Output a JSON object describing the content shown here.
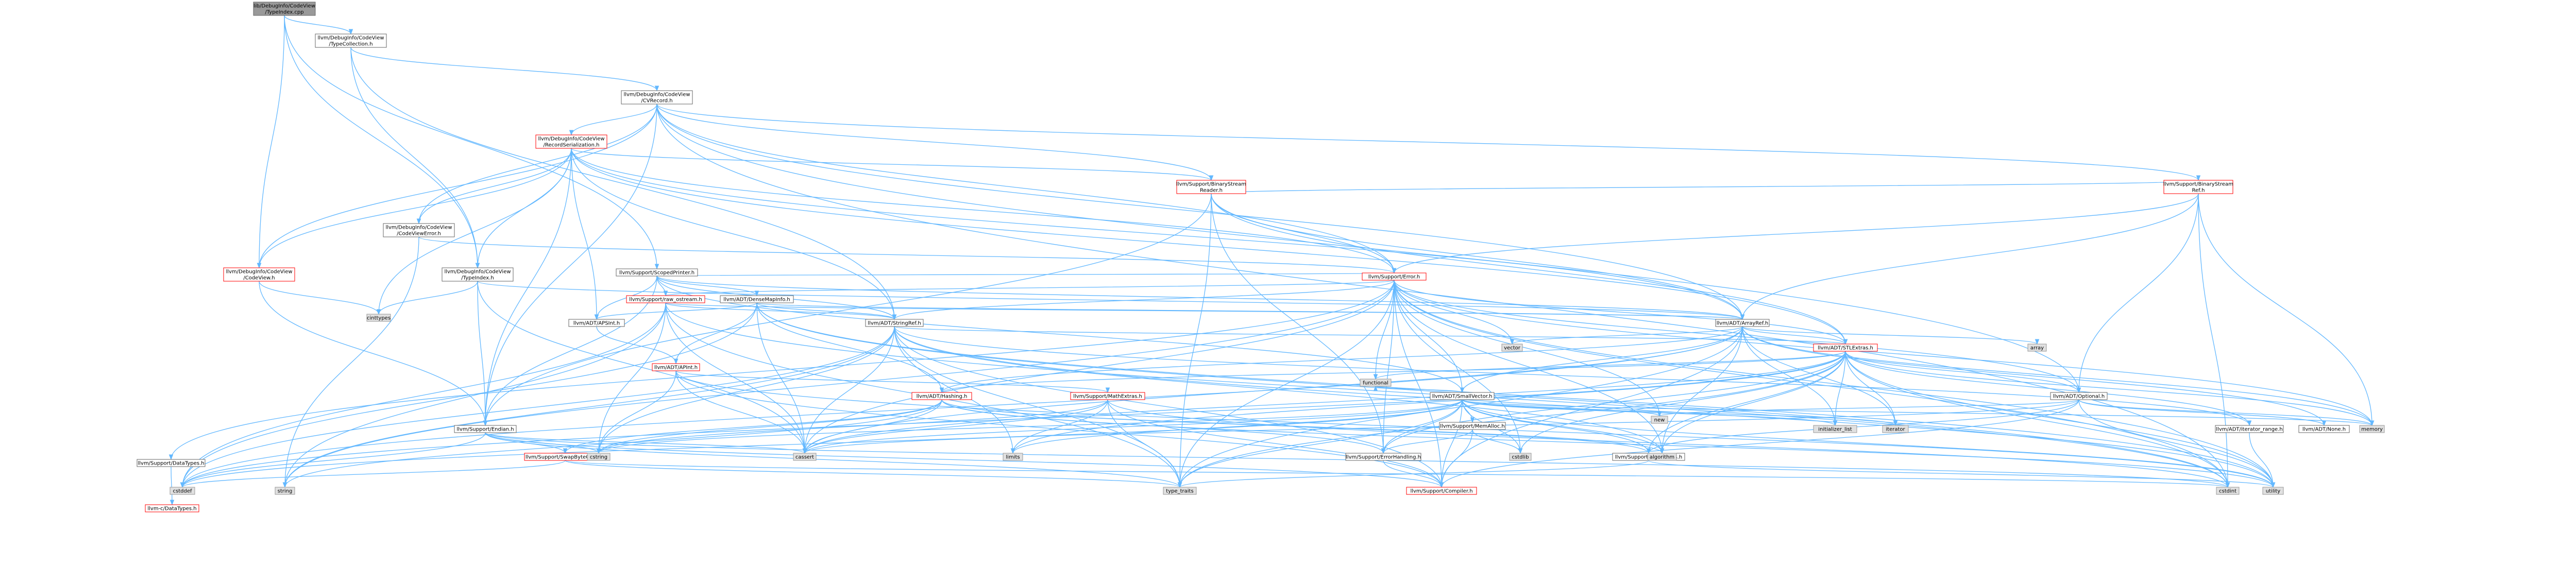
{
  "colors": {
    "edge": "#63b8ff",
    "root_fill": "#999999",
    "normal_fill": "#ffffff",
    "normal_stroke": "#666666",
    "external_fill": "#e0e0e0",
    "external_stroke": "#999999",
    "incomplete_stroke": "#ff0000"
  },
  "nodes": [
    {
      "id": "root",
      "kind": "root",
      "lines": [
        "lib/DebugInfo/CodeView",
        "/TypeIndex.cpp"
      ]
    },
    {
      "id": "typecollection",
      "kind": "normal",
      "lines": [
        "llvm/DebugInfo/CodeView",
        "/TypeCollection.h"
      ]
    },
    {
      "id": "cvrecord",
      "kind": "normal",
      "lines": [
        "llvm/DebugInfo/CodeView",
        "/CVRecord.h"
      ]
    },
    {
      "id": "recordserialization",
      "kind": "incomplete",
      "lines": [
        "llvm/DebugInfo/CodeView",
        "/RecordSerialization.h"
      ]
    },
    {
      "id": "binarystreamreader",
      "kind": "incomplete",
      "lines": [
        "llvm/Support/BinaryStream",
        "Reader.h"
      ]
    },
    {
      "id": "binarystreamref",
      "kind": "incomplete",
      "lines": [
        "llvm/Support/BinaryStream",
        "Ref.h"
      ]
    },
    {
      "id": "codeviewerror",
      "kind": "normal",
      "lines": [
        "llvm/DebugInfo/CodeView",
        "/CodeViewError.h"
      ]
    },
    {
      "id": "codeview",
      "kind": "incomplete",
      "lines": [
        "llvm/DebugInfo/CodeView",
        "/CodeView.h"
      ]
    },
    {
      "id": "typeindex",
      "kind": "normal",
      "lines": [
        "llvm/DebugInfo/CodeView",
        "/TypeIndex.h"
      ]
    },
    {
      "id": "scopedprinter",
      "kind": "normal",
      "lines": [
        "llvm/Support/ScopedPrinter.h"
      ]
    },
    {
      "id": "error",
      "kind": "incomplete",
      "lines": [
        "llvm/Support/Error.h"
      ]
    },
    {
      "id": "rawostream",
      "kind": "incomplete",
      "lines": [
        "llvm/Support/raw_ostream.h"
      ]
    },
    {
      "id": "densemapinfo",
      "kind": "normal",
      "lines": [
        "llvm/ADT/DenseMapInfo.h"
      ]
    },
    {
      "id": "apsint",
      "kind": "normal",
      "lines": [
        "llvm/ADT/APSInt.h"
      ]
    },
    {
      "id": "stringref",
      "kind": "normal",
      "lines": [
        "llvm/ADT/StringRef.h"
      ]
    },
    {
      "id": "arrayref",
      "kind": "normal",
      "lines": [
        "llvm/ADT/ArrayRef.h"
      ]
    },
    {
      "id": "stlextras",
      "kind": "incomplete",
      "lines": [
        "llvm/ADT/STLExtras.h"
      ]
    },
    {
      "id": "apint",
      "kind": "incomplete",
      "lines": [
        "llvm/ADT/APInt.h"
      ]
    },
    {
      "id": "hashing",
      "kind": "incomplete",
      "lines": [
        "llvm/ADT/Hashing.h"
      ]
    },
    {
      "id": "mathextras",
      "kind": "incomplete",
      "lines": [
        "llvm/Support/MathExtras.h"
      ]
    },
    {
      "id": "smallvector",
      "kind": "normal",
      "lines": [
        "llvm/ADT/SmallVector.h"
      ]
    },
    {
      "id": "memalloc",
      "kind": "normal",
      "lines": [
        "llvm/Support/MemAlloc.h"
      ]
    },
    {
      "id": "optional",
      "kind": "normal",
      "lines": [
        "llvm/ADT/Optional.h"
      ]
    },
    {
      "id": "iteratorrange",
      "kind": "normal",
      "lines": [
        "llvm/ADT/iterator_range.h"
      ]
    },
    {
      "id": "none",
      "kind": "normal",
      "lines": [
        "llvm/ADT/None.h"
      ]
    },
    {
      "id": "endian",
      "kind": "normal",
      "lines": [
        "llvm/Support/Endian.h"
      ]
    },
    {
      "id": "swapbyteorder",
      "kind": "incomplete",
      "lines": [
        "llvm/Support/SwapByteOrder.h"
      ]
    },
    {
      "id": "errorhandling",
      "kind": "normal",
      "lines": [
        "llvm/Support/ErrorHandling.h"
      ]
    },
    {
      "id": "typetraits",
      "kind": "normal",
      "lines": [
        "llvm/Support/type_traits.h"
      ]
    },
    {
      "id": "compiler",
      "kind": "incomplete",
      "lines": [
        "llvm/Support/Compiler.h"
      ]
    },
    {
      "id": "datatypes",
      "kind": "normal",
      "lines": [
        "llvm/Support/DataTypes.h"
      ]
    },
    {
      "id": "llvmcdatatypes",
      "kind": "incomplete",
      "lines": [
        "llvm-c/DataTypes.h"
      ]
    },
    {
      "id": "cinttypes",
      "kind": "external",
      "lines": [
        "cinttypes"
      ]
    },
    {
      "id": "vector",
      "kind": "external",
      "lines": [
        "vector"
      ]
    },
    {
      "id": "array",
      "kind": "external",
      "lines": [
        "array"
      ]
    },
    {
      "id": "functional",
      "kind": "external",
      "lines": [
        "functional"
      ]
    },
    {
      "id": "new",
      "kind": "external",
      "lines": [
        "new"
      ]
    },
    {
      "id": "initializerlist",
      "kind": "external",
      "lines": [
        "initializer_list"
      ]
    },
    {
      "id": "iterator",
      "kind": "external",
      "lines": [
        "iterator"
      ]
    },
    {
      "id": "memory",
      "kind": "external",
      "lines": [
        "memory"
      ]
    },
    {
      "id": "cstring",
      "kind": "external",
      "lines": [
        "cstring"
      ]
    },
    {
      "id": "cassert",
      "kind": "external",
      "lines": [
        "cassert"
      ]
    },
    {
      "id": "limits",
      "kind": "external",
      "lines": [
        "limits"
      ]
    },
    {
      "id": "cstdlib",
      "kind": "external",
      "lines": [
        "cstdlib"
      ]
    },
    {
      "id": "algorithm",
      "kind": "external",
      "lines": [
        "algorithm"
      ]
    },
    {
      "id": "cstddef",
      "kind": "external",
      "lines": [
        "cstddef"
      ]
    },
    {
      "id": "string",
      "kind": "external",
      "lines": [
        "string"
      ]
    },
    {
      "id": "typetraitsstd",
      "kind": "external",
      "lines": [
        "type_traits"
      ]
    },
    {
      "id": "cstdint",
      "kind": "external",
      "lines": [
        "cstdint"
      ]
    },
    {
      "id": "utility",
      "kind": "external",
      "lines": [
        "utility"
      ]
    }
  ],
  "edges": [
    [
      "root",
      "typecollection"
    ],
    [
      "root",
      "typeindex"
    ],
    [
      "root",
      "scopedprinter"
    ],
    [
      "root",
      "codeview"
    ],
    [
      "typecollection",
      "cvrecord"
    ],
    [
      "typecollection",
      "typeindex"
    ],
    [
      "typecollection",
      "stringref"
    ],
    [
      "cvrecord",
      "recordserialization"
    ],
    [
      "cvrecord",
      "binarystreamreader"
    ],
    [
      "cvrecord",
      "binarystreamref"
    ],
    [
      "cvrecord",
      "codeviewerror"
    ],
    [
      "cvrecord",
      "codeview"
    ],
    [
      "cvrecord",
      "arrayref"
    ],
    [
      "cvrecord",
      "optional"
    ],
    [
      "cvrecord",
      "error"
    ],
    [
      "cvrecord",
      "endian"
    ],
    [
      "cvrecord",
      "cstdint"
    ],
    [
      "recordserialization",
      "binarystreamreader"
    ],
    [
      "recordserialization",
      "codeviewerror"
    ],
    [
      "recordserialization",
      "codeview"
    ],
    [
      "recordserialization",
      "typeindex"
    ],
    [
      "recordserialization",
      "apsint"
    ],
    [
      "recordserialization",
      "stringref"
    ],
    [
      "recordserialization",
      "arrayref"
    ],
    [
      "recordserialization",
      "error"
    ],
    [
      "recordserialization",
      "endian"
    ],
    [
      "recordserialization",
      "cinttypes"
    ],
    [
      "recordserialization",
      "stlextras"
    ],
    [
      "binarystreamreader",
      "binarystreamref"
    ],
    [
      "binarystreamreader",
      "arrayref"
    ],
    [
      "binarystreamreader",
      "stlextras"
    ],
    [
      "binarystreamreader",
      "error"
    ],
    [
      "binarystreamreader",
      "endian"
    ],
    [
      "binarystreamreader",
      "errorhandling"
    ],
    [
      "binarystreamreader",
      "typetraitsstd"
    ],
    [
      "binarystreamreader",
      "alignment_placeholder"
    ],
    [
      "binarystreamref",
      "arrayref"
    ],
    [
      "binarystreamref",
      "optional"
    ],
    [
      "binarystreamref",
      "error"
    ],
    [
      "binarystreamref",
      "cstdint"
    ],
    [
      "binarystreamref",
      "memory"
    ],
    [
      "codeviewerror",
      "error"
    ],
    [
      "codeviewerror",
      "string"
    ],
    [
      "codeview",
      "endian"
    ],
    [
      "codeview",
      "cinttypes"
    ],
    [
      "codeview",
      "type_traits_placeholder"
    ],
    [
      "typeindex",
      "endian"
    ],
    [
      "typeindex",
      "cinttypes"
    ],
    [
      "typeindex",
      "cassert"
    ],
    [
      "typeindex",
      "arrayref"
    ],
    [
      "scopedprinter",
      "apsint"
    ],
    [
      "scopedprinter",
      "arrayref"
    ],
    [
      "scopedprinter",
      "stringref"
    ],
    [
      "scopedprinter",
      "densemapinfo"
    ],
    [
      "scopedprinter",
      "rawostream"
    ],
    [
      "scopedprinter",
      "endian"
    ],
    [
      "scopedprinter",
      "error"
    ],
    [
      "scopedprinter",
      "smallvector"
    ],
    [
      "error",
      "stlextras"
    ],
    [
      "error",
      "smallvector"
    ],
    [
      "error",
      "stringref"
    ],
    [
      "error",
      "datatypes"
    ],
    [
      "error",
      "errorhandling"
    ],
    [
      "error",
      "compiler"
    ],
    [
      "error",
      "algorithm"
    ],
    [
      "error",
      "cassert"
    ],
    [
      "error",
      "cstdint"
    ],
    [
      "error",
      "cstdlib"
    ],
    [
      "error",
      "functional"
    ],
    [
      "error",
      "memory"
    ],
    [
      "error",
      "new"
    ],
    [
      "error",
      "string"
    ],
    [
      "error",
      "system_error"
    ],
    [
      "error",
      "typetraitsstd"
    ],
    [
      "error",
      "utility"
    ],
    [
      "error",
      "vector"
    ],
    [
      "error",
      "optional"
    ],
    [
      "error",
      "rawostream"
    ],
    [
      "rawostream",
      "arrayref"
    ],
    [
      "rawostream",
      "stringref"
    ],
    [
      "rawostream",
      "cassert"
    ],
    [
      "rawostream",
      "cstddef"
    ],
    [
      "rawostream",
      "cstdint"
    ],
    [
      "rawostream",
      "cstring"
    ],
    [
      "rawostream",
      "string"
    ],
    [
      "rawostream",
      "typetraitsstd"
    ],
    [
      "densemapinfo",
      "apint"
    ],
    [
      "densemapinfo",
      "apsint"
    ],
    [
      "densemapinfo",
      "arrayref"
    ],
    [
      "densemapinfo",
      "hashing"
    ],
    [
      "densemapinfo",
      "stringref"
    ],
    [
      "densemapinfo",
      "cassert"
    ],
    [
      "densemapinfo",
      "cstddef"
    ],
    [
      "densemapinfo",
      "cstdint"
    ],
    [
      "densemapinfo",
      "utility"
    ],
    [
      "apsint",
      "apint"
    ],
    [
      "stringref",
      "stlextras"
    ],
    [
      "stringref",
      "iteratorrange"
    ],
    [
      "stringref",
      "compiler"
    ],
    [
      "stringref",
      "algorithm"
    ],
    [
      "stringref",
      "cassert"
    ],
    [
      "stringref",
      "cstddef"
    ],
    [
      "stringref",
      "cstring"
    ],
    [
      "stringref",
      "limits"
    ],
    [
      "stringref",
      "string"
    ],
    [
      "stringref",
      "typetraitsstd"
    ],
    [
      "stringref",
      "utility"
    ],
    [
      "arrayref",
      "hashing"
    ],
    [
      "arrayref",
      "none"
    ],
    [
      "arrayref",
      "smallvector"
    ],
    [
      "arrayref",
      "stlextras"
    ],
    [
      "arrayref",
      "compiler"
    ],
    [
      "arrayref",
      "algorithm"
    ],
    [
      "arrayref",
      "array"
    ],
    [
      "arrayref",
      "cassert"
    ],
    [
      "arrayref",
      "cstddef"
    ],
    [
      "arrayref",
      "initializerlist"
    ],
    [
      "arrayref",
      "iterator"
    ],
    [
      "arrayref",
      "memory"
    ],
    [
      "arrayref",
      "typetraitsstd"
    ],
    [
      "arrayref",
      "vector"
    ],
    [
      "stlextras",
      "optional"
    ],
    [
      "stlextras",
      "iteratorrange"
    ],
    [
      "stlextras",
      "typetraits"
    ],
    [
      "stlextras",
      "errorhandling"
    ],
    [
      "stlextras",
      "algorithm"
    ],
    [
      "stlextras",
      "cassert"
    ],
    [
      "stlextras",
      "cstddef"
    ],
    [
      "stlextras",
      "cstdint"
    ],
    [
      "stlextras",
      "cstdlib"
    ],
    [
      "stlextras",
      "functional"
    ],
    [
      "stlextras",
      "initializerlist"
    ],
    [
      "stlextras",
      "iterator"
    ],
    [
      "stlextras",
      "limits"
    ],
    [
      "stlextras",
      "memory"
    ],
    [
      "stlextras",
      "tuple"
    ],
    [
      "stlextras",
      "typetraitsstd"
    ],
    [
      "stlextras",
      "utility"
    ],
    [
      "stlextras",
      "hashing"
    ],
    [
      "apint",
      "mathextras"
    ],
    [
      "apint",
      "compiler"
    ],
    [
      "apint",
      "cassert"
    ],
    [
      "apint",
      "climits"
    ],
    [
      "apint",
      "cstring"
    ],
    [
      "apint",
      "utility"
    ],
    [
      "hashing",
      "errorhandling"
    ],
    [
      "hashing",
      "swapbyteorder"
    ],
    [
      "hashing",
      "typetraits"
    ],
    [
      "hashing",
      "algorithm"
    ],
    [
      "hashing",
      "cassert"
    ],
    [
      "hashing",
      "cstring"
    ],
    [
      "hashing",
      "string"
    ],
    [
      "hashing",
      "tuple"
    ],
    [
      "hashing",
      "utility"
    ],
    [
      "mathextras",
      "compiler"
    ],
    [
      "mathextras",
      "cassert"
    ],
    [
      "mathextras",
      "climits"
    ],
    [
      "mathextras",
      "cmath"
    ],
    [
      "mathextras",
      "cstdint"
    ],
    [
      "mathextras",
      "cstring"
    ],
    [
      "mathextras",
      "limits"
    ],
    [
      "mathextras",
      "typetraitsstd"
    ],
    [
      "smallvector",
      "compiler"
    ],
    [
      "smallvector",
      "errorhandling"
    ],
    [
      "smallvector",
      "memalloc"
    ],
    [
      "smallvector",
      "typetraits"
    ],
    [
      "smallvector",
      "algorithm"
    ],
    [
      "smallvector",
      "cassert"
    ],
    [
      "smallvector",
      "cstddef"
    ],
    [
      "smallvector",
      "cstdlib"
    ],
    [
      "smallvector",
      "cstring"
    ],
    [
      "smallvector",
      "functional"
    ],
    [
      "smallvector",
      "initializerlist"
    ],
    [
      "smallvector",
      "iterator"
    ],
    [
      "smallvector",
      "limits"
    ],
    [
      "smallvector",
      "memory"
    ],
    [
      "smallvector",
      "new"
    ],
    [
      "smallvector",
      "typetraitsstd"
    ],
    [
      "smallvector",
      "utility"
    ],
    [
      "memalloc",
      "compiler"
    ],
    [
      "memalloc",
      "errorhandling"
    ],
    [
      "memalloc",
      "cstdlib"
    ],
    [
      "optional",
      "none"
    ],
    [
      "optional",
      "compiler"
    ],
    [
      "optional",
      "typetraits"
    ],
    [
      "optional",
      "cassert"
    ],
    [
      "optional",
      "memory"
    ],
    [
      "optional",
      "new"
    ],
    [
      "optional",
      "utility"
    ],
    [
      "iteratorrange",
      "utility"
    ],
    [
      "endian",
      "swapbyteorder"
    ],
    [
      "endian",
      "compiler"
    ],
    [
      "endian",
      "cassert"
    ],
    [
      "endian",
      "cstddef"
    ],
    [
      "endian",
      "cstdint"
    ],
    [
      "endian",
      "cstring"
    ],
    [
      "endian",
      "typetraitsstd"
    ],
    [
      "swapbyteorder",
      "cstddef"
    ],
    [
      "swapbyteorder",
      "cstdint"
    ],
    [
      "swapbyteorder",
      "typetraitsstd"
    ],
    [
      "errorhandling",
      "compiler"
    ],
    [
      "typetraits",
      "typetraitsstd"
    ],
    [
      "typetraits",
      "utility"
    ],
    [
      "compiler",
      "llvmconfig"
    ],
    [
      "datatypes",
      "llvmcdatatypes"
    ]
  ]
}
